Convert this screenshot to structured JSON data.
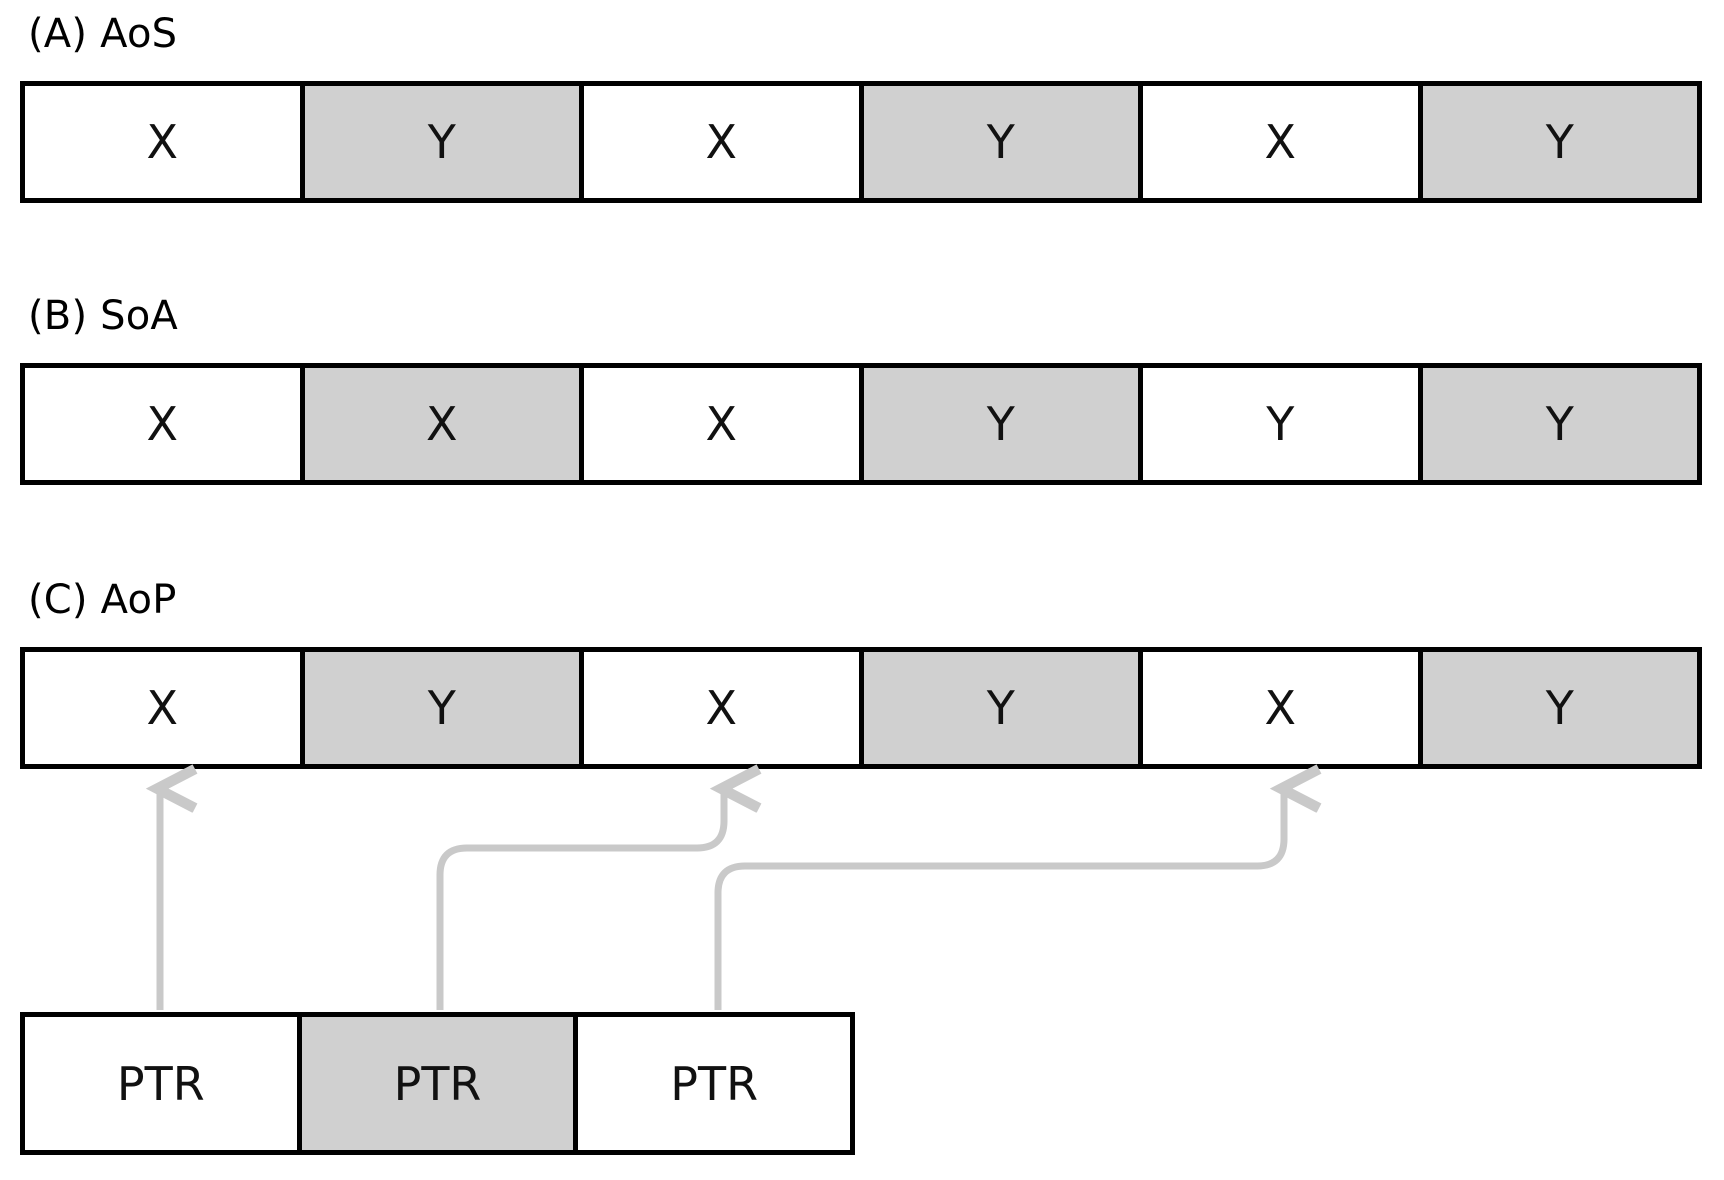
{
  "figure": {
    "background": "#ffffff",
    "box_border_color": "#000000",
    "shaded_cell_color": "#d0d0d0",
    "plain_cell_color": "#ffffff",
    "arrow_color": "#c9c9c9"
  },
  "sections": [
    {
      "label": "(A) AoS",
      "cells": [
        {
          "text": "X",
          "shaded": false
        },
        {
          "text": "Y",
          "shaded": true
        },
        {
          "text": "X",
          "shaded": false
        },
        {
          "text": "Y",
          "shaded": true
        },
        {
          "text": "X",
          "shaded": false
        },
        {
          "text": "Y",
          "shaded": true
        }
      ]
    },
    {
      "label": "(B) SoA",
      "cells": [
        {
          "text": "X",
          "shaded": false
        },
        {
          "text": "X",
          "shaded": true
        },
        {
          "text": "X",
          "shaded": false
        },
        {
          "text": "Y",
          "shaded": true
        },
        {
          "text": "Y",
          "shaded": false
        },
        {
          "text": "Y",
          "shaded": true
        }
      ]
    },
    {
      "label": "(C) AoP",
      "cells": [
        {
          "text": "X",
          "shaded": false
        },
        {
          "text": "Y",
          "shaded": true
        },
        {
          "text": "X",
          "shaded": false
        },
        {
          "text": "Y",
          "shaded": true
        },
        {
          "text": "X",
          "shaded": false
        },
        {
          "text": "Y",
          "shaded": true
        }
      ]
    }
  ],
  "pointer_row": {
    "cells": [
      {
        "text": "PTR",
        "shaded": false
      },
      {
        "text": "PTR",
        "shaded": true
      },
      {
        "text": "PTR",
        "shaded": false
      }
    ]
  },
  "arrows": [
    {
      "name": "ptr-0-to-aop-cell-0",
      "from_cell": 0,
      "to_cell": 0,
      "shape": "straight"
    },
    {
      "name": "ptr-1-to-aop-cell-2",
      "from_cell": 1,
      "to_cell": 2,
      "shape": "elbow"
    },
    {
      "name": "ptr-2-to-aop-cell-4",
      "from_cell": 2,
      "to_cell": 4,
      "shape": "elbow"
    }
  ]
}
